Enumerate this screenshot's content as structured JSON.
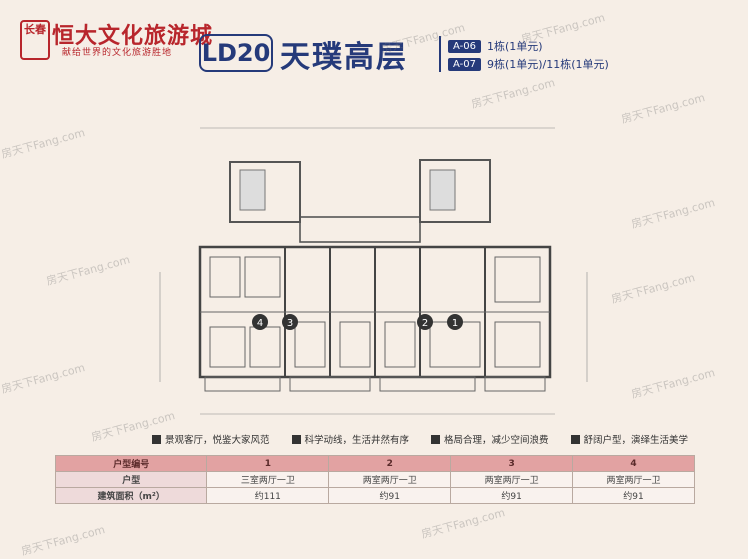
{
  "brand": {
    "seal": "长春",
    "name": "恒大文化旅游城",
    "slogan": "献给世界的文化旅游胜地"
  },
  "header": {
    "code": "LD20",
    "title": "天璞高层",
    "blocks": [
      {
        "tag": "A-06",
        "desc": "1栋(1单元)"
      },
      {
        "tag": "A-07",
        "desc": "9栋(1单元)/11栋(1单元)"
      }
    ]
  },
  "features": [
    "景观客厅，悦鉴大家风范",
    "科学动线，生活井然有序",
    "格局合理，减少空间浪费",
    "舒阔户型，演绎生活美学"
  ],
  "table": {
    "headers": [
      "户型编号",
      "1",
      "2",
      "3",
      "4"
    ],
    "rows": [
      {
        "label": "户型",
        "cells": [
          "三室两厅一卫",
          "两室两厅一卫",
          "两室两厅一卫",
          "两室两厅一卫"
        ]
      },
      {
        "label": "建筑面积（m²）",
        "cells": [
          "约111",
          "约91",
          "约91",
          "约91"
        ]
      }
    ]
  },
  "unit_markers": [
    "4",
    "3",
    "2",
    "1"
  ],
  "watermark": "房天下Fang.com",
  "colors": {
    "brand_red": "#b8262c",
    "navy": "#253a7a",
    "table_header": "#e2a2a2"
  }
}
